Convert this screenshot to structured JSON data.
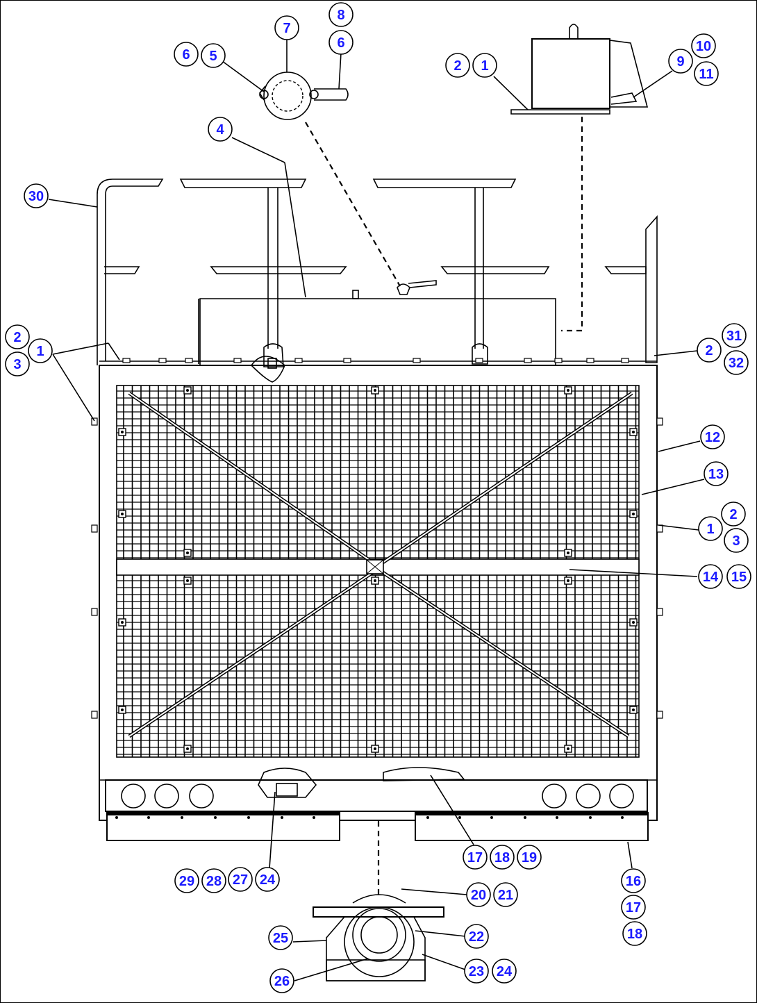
{
  "diagram": {
    "callouts": [
      {
        "id": "c-7",
        "label": "7"
      },
      {
        "id": "c-8",
        "label": "8"
      },
      {
        "id": "c-6a",
        "label": "6"
      },
      {
        "id": "c-5",
        "label": "5"
      },
      {
        "id": "c-6b",
        "label": "6"
      },
      {
        "id": "c-10",
        "label": "10"
      },
      {
        "id": "c-9",
        "label": "9"
      },
      {
        "id": "c-11",
        "label": "11"
      },
      {
        "id": "c-2a",
        "label": "2"
      },
      {
        "id": "c-1a",
        "label": "1"
      },
      {
        "id": "c-4",
        "label": "4"
      },
      {
        "id": "c-30",
        "label": "30"
      },
      {
        "id": "c-2b",
        "label": "2"
      },
      {
        "id": "c-1b",
        "label": "1"
      },
      {
        "id": "c-3a",
        "label": "3"
      },
      {
        "id": "c-31",
        "label": "31"
      },
      {
        "id": "c-2c",
        "label": "2"
      },
      {
        "id": "c-32",
        "label": "32"
      },
      {
        "id": "c-12",
        "label": "12"
      },
      {
        "id": "c-13",
        "label": "13"
      },
      {
        "id": "c-2d",
        "label": "2"
      },
      {
        "id": "c-1c",
        "label": "1"
      },
      {
        "id": "c-3b",
        "label": "3"
      },
      {
        "id": "c-14",
        "label": "14"
      },
      {
        "id": "c-15",
        "label": "15"
      },
      {
        "id": "c-17a",
        "label": "17"
      },
      {
        "id": "c-18a",
        "label": "18"
      },
      {
        "id": "c-19",
        "label": "19"
      },
      {
        "id": "c-29",
        "label": "29"
      },
      {
        "id": "c-28",
        "label": "28"
      },
      {
        "id": "c-27",
        "label": "27"
      },
      {
        "id": "c-24a",
        "label": "24"
      },
      {
        "id": "c-16",
        "label": "16"
      },
      {
        "id": "c-20",
        "label": "20"
      },
      {
        "id": "c-21",
        "label": "21"
      },
      {
        "id": "c-17b",
        "label": "17"
      },
      {
        "id": "c-25",
        "label": "25"
      },
      {
        "id": "c-22",
        "label": "22"
      },
      {
        "id": "c-18b",
        "label": "18"
      },
      {
        "id": "c-26",
        "label": "26"
      },
      {
        "id": "c-23",
        "label": "23"
      },
      {
        "id": "c-24b",
        "label": "24"
      }
    ]
  }
}
